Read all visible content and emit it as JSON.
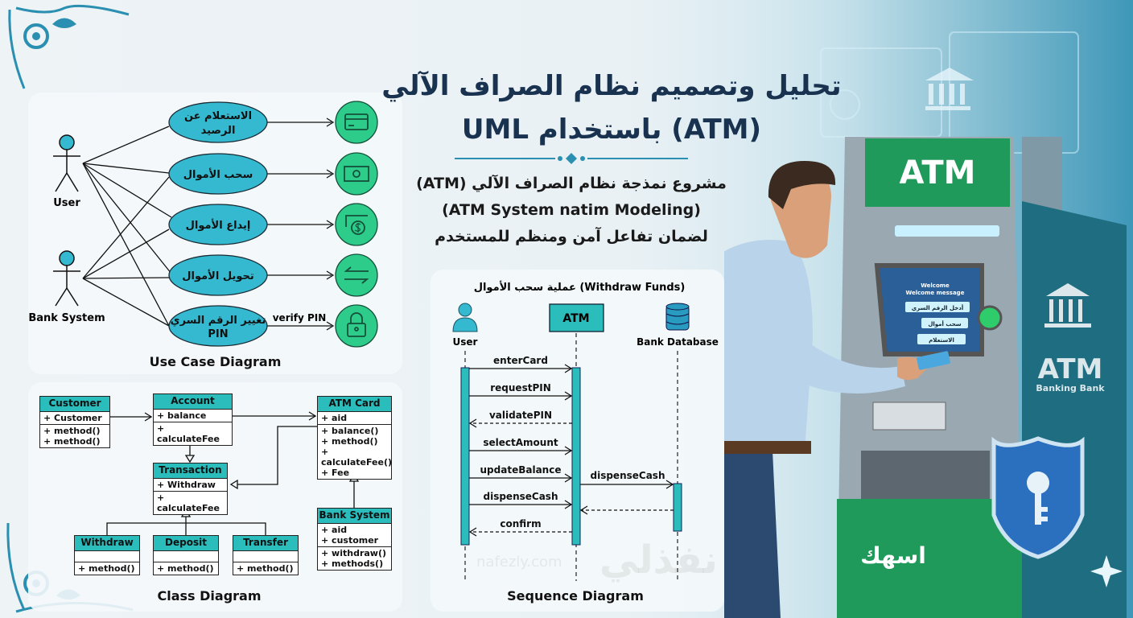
{
  "title": {
    "line1": "تحليل وتصميم نظام الصراف الآلي",
    "line2": "(ATM) باستخدام UML"
  },
  "subtitle": {
    "line1": "مشروع نمذجة نظام الصراف الآلي (ATM)",
    "line2": "(ATM System natim Modeling)",
    "line3": "لضمان تفاعل آمن ومنظم للمستخدم"
  },
  "use_case": {
    "caption": "Use Case Diagram",
    "actors": [
      "User",
      "Bank System"
    ],
    "cases": [
      {
        "l1": "الاستعلام عن",
        "l2": "الرصيد",
        "icon": "credit-card-icon"
      },
      {
        "l1": "سحب الأموال",
        "l2": "",
        "icon": "banknote-icon"
      },
      {
        "l1": "إيداع الأموال",
        "l2": "",
        "icon": "deposit-dollar-icon"
      },
      {
        "l1": "تحويل الأموال",
        "l2": "",
        "icon": "transfer-arrows-icon"
      },
      {
        "l1": "تغيير الرقم السري",
        "l2": "PIN",
        "icon": "lock-icon"
      }
    ],
    "verify_label": "verify PIN"
  },
  "class_diagram": {
    "caption": "Class Diagram",
    "customer": {
      "name": "Customer",
      "attrs": [
        "+ Customer"
      ],
      "methods": [
        "+ method()",
        "+ method()"
      ]
    },
    "account": {
      "name": "Account",
      "attrs": [
        "+ balance"
      ],
      "methods": [
        "+ calculateFee"
      ]
    },
    "atm_card": {
      "name": "ATM Card",
      "attrs": [
        "+ aid"
      ],
      "methods": [
        "+ balance()",
        "+ method()",
        "+ calculateFee()",
        "+ Fee"
      ]
    },
    "transaction": {
      "name": "Transaction",
      "attrs": [
        "+ Withdraw"
      ],
      "methods": [
        "+ calculateFee"
      ]
    },
    "withdraw": {
      "name": "Withdraw",
      "methods": [
        "+ method()"
      ]
    },
    "deposit": {
      "name": "Deposit",
      "methods": [
        "+ method()"
      ]
    },
    "transfer": {
      "name": "Transfer",
      "methods": [
        "+ method()"
      ]
    },
    "bank_system": {
      "name": "Bank System",
      "attrs": [
        "+ aid",
        "+ customer"
      ],
      "methods": [
        "+ withdraw()",
        "+ methods()"
      ]
    }
  },
  "sequence": {
    "title": "عملية سحب الأموال (Withdraw Funds)",
    "caption": "Sequence Diagram",
    "participants": [
      "User",
      "ATM",
      "Bank Database"
    ],
    "messages": [
      "enterCard",
      "requestPIN",
      "validatePIN",
      "selectAmount",
      "updateBalance",
      "dispenseCash",
      "confirm"
    ],
    "db_message": "dispenseCash"
  },
  "illustration": {
    "atm_header": "ATM",
    "side_atm": "ATM",
    "side_sub": "Banking Bank",
    "screen": [
      "Welcome",
      "Welcome message",
      "أدخل الرقم السري",
      "سحب أموال",
      "الاستعلام"
    ],
    "logo": "اسهك"
  },
  "watermark": {
    "ar": "نفذلي",
    "url": "nafezly.com"
  },
  "colors": {
    "teal": "#2bbcbc",
    "green": "#2ecc8a",
    "navy": "#18324f",
    "atm_green": "#1f9a5a"
  }
}
